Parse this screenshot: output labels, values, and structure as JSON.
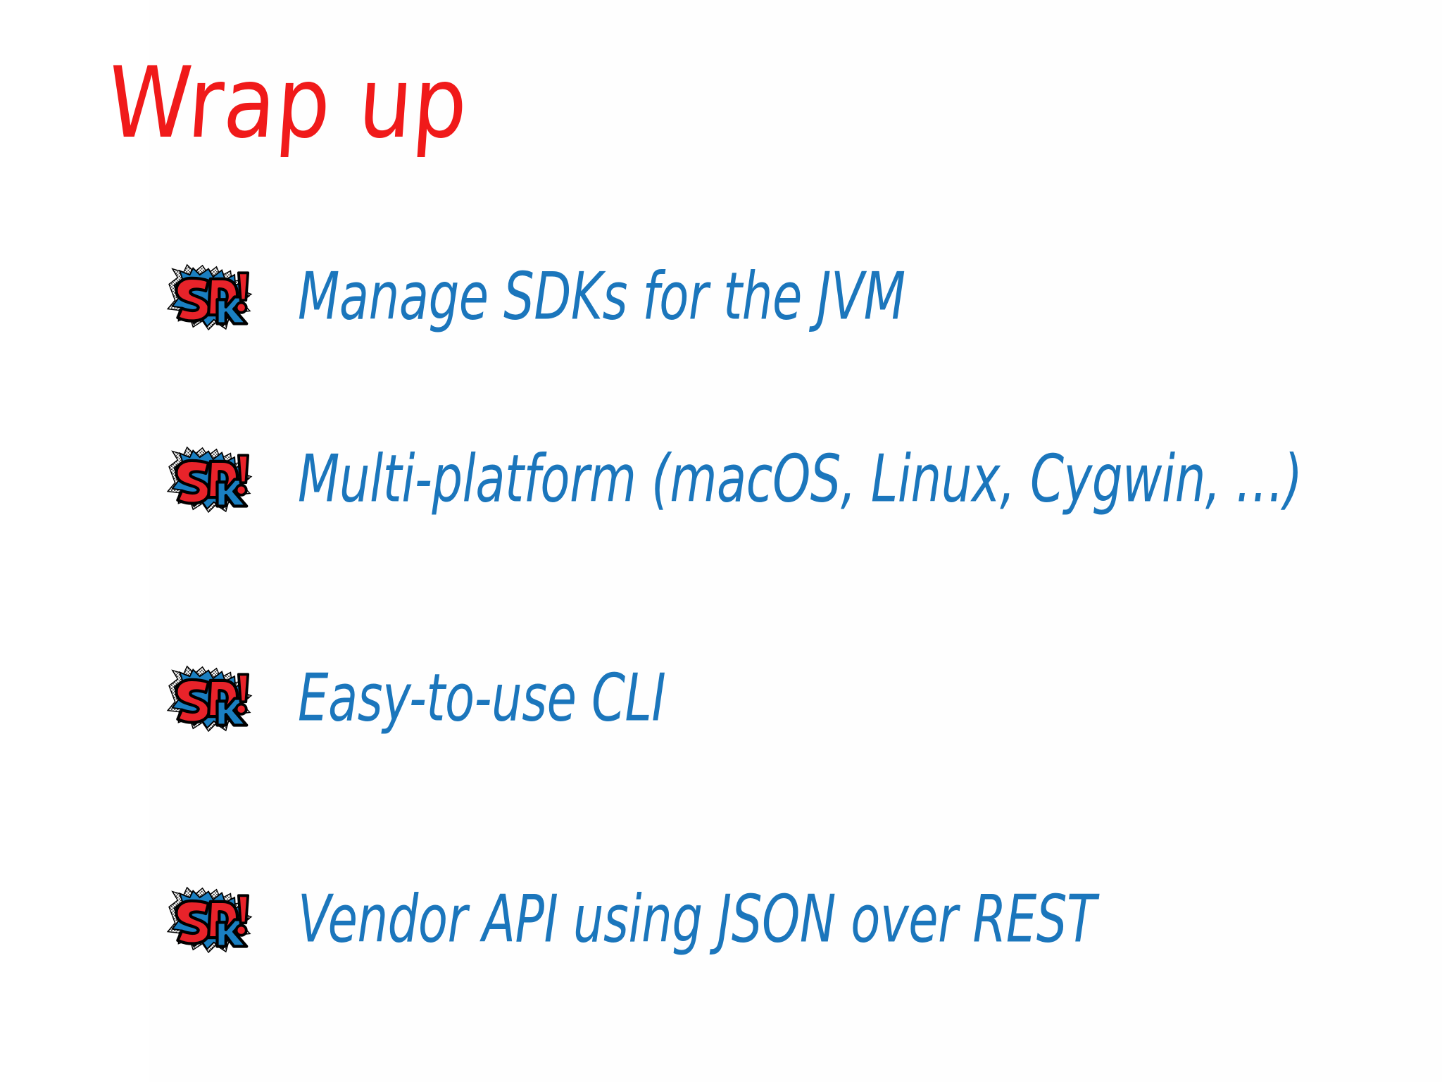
{
  "slide": {
    "title": "Wrap up",
    "background_color": "#ffffff",
    "title_color": "#f01a1a",
    "bullet_text_color": "#1b76bc",
    "logo_red": "#e8232a",
    "logo_blue": "#1a7fc1",
    "logo_black": "#000000",
    "bullets": [
      {
        "icon": "sdkman-logo-icon",
        "label": "Manage SDKs for the JVM"
      },
      {
        "icon": "sdkman-logo-icon",
        "label": "Multi-platform (macOS, Linux, Cygwin, …)"
      },
      {
        "icon": "sdkman-logo-icon",
        "label": "Easy-to-use CLI"
      },
      {
        "icon": "sdkman-logo-icon",
        "label": "Vendor API using JSON over REST"
      }
    ]
  }
}
